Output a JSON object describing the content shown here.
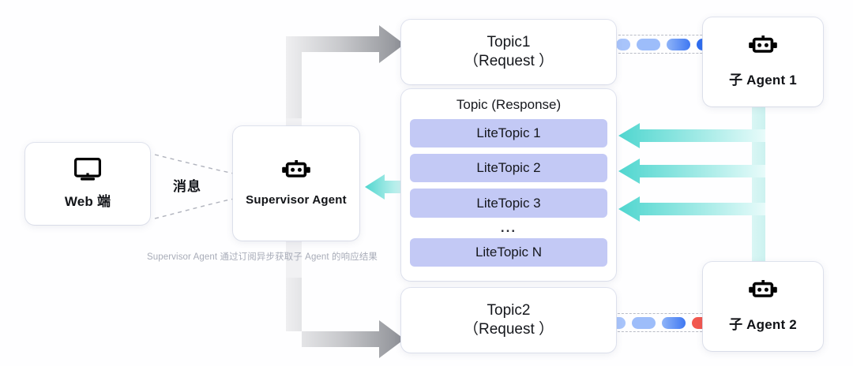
{
  "diagram": {
    "title": "Supervisor Agent pub/sub topic architecture",
    "caption": "Supervisor Agent 通过订阅异步获取子 Agent 的响应结果",
    "message_label": "消息",
    "colors": {
      "lite_topic_fill": "#c3c9f5",
      "response_arrow": "#4fd6cf",
      "request_arrow": "#8d8f95",
      "pill_blue_light": "#a8c4fb",
      "pill_blue": "#7fa8f8",
      "pill_blue_strong": "#2f6df0",
      "pill_red": "#f2584f",
      "card_bg": "#ffffff",
      "background": "#fefeff"
    }
  },
  "nodes": {
    "web": {
      "label": "Web 端",
      "icon": "monitor-icon"
    },
    "supervisor": {
      "label": "Supervisor Agent",
      "icon": "robot-icon"
    },
    "agent1": {
      "label": "子 Agent 1",
      "icon": "robot-icon"
    },
    "agent2": {
      "label": "子 Agent 2",
      "icon": "robot-icon"
    }
  },
  "topics": {
    "topic1": {
      "name": "Topic1",
      "kind": "（Request ）"
    },
    "topic2": {
      "name": "Topic2",
      "kind": "（Request ）"
    },
    "response": {
      "title": "Topic (Response)",
      "ellipsis": "...",
      "lite_topics": [
        {
          "label": "LiteTopic 1"
        },
        {
          "label": "LiteTopic 2"
        },
        {
          "label": "LiteTopic 3"
        },
        {
          "label": "LiteTopic N"
        }
      ]
    }
  },
  "channels": {
    "top": {
      "name": "request-channel-agent-1",
      "pills": [
        {
          "color": "#a8c4fb",
          "width": 18
        },
        {
          "color": "#9dbdfa",
          "width": 30
        },
        {
          "color": "#5e8ef5",
          "width": 30
        },
        {
          "color": "#2f6df0",
          "width": 28
        }
      ]
    },
    "bottom": {
      "name": "request-channel-agent-2",
      "pills": [
        {
          "color": "#a8c4fb",
          "width": 18
        },
        {
          "color": "#9dbdfa",
          "width": 30
        },
        {
          "color": "#5e8ef5",
          "width": 30
        },
        {
          "color": "#f2584f",
          "width": 28
        }
      ]
    }
  },
  "flows": {
    "request_to_topic1": "Supervisor Agent publishes request to Topic1",
    "request_to_topic2": "Supervisor Agent publishes request to Topic2",
    "response_litetopic1": "子 Agent 1 responds into LiteTopic 1",
    "response_litetopic2": "子 Agent 1 responds into LiteTopic 2",
    "response_litetopic3": "子 Agent 2 responds into LiteTopic 3",
    "response_to_supervisor": "Response delivered to Supervisor Agent"
  }
}
